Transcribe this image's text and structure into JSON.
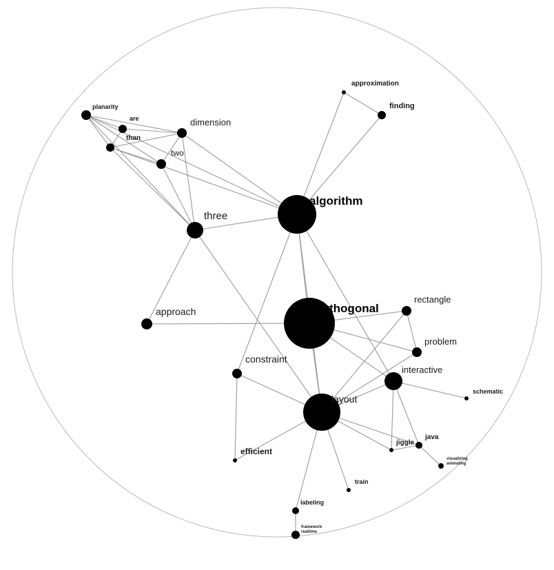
{
  "diagram": {
    "type": "network-graph",
    "nodes": [
      {
        "id": "planarity",
        "label": "planarity"
      },
      {
        "id": "are",
        "label": "are"
      },
      {
        "id": "than",
        "label": "than"
      },
      {
        "id": "dimension",
        "label": "dimension"
      },
      {
        "id": "two",
        "label": "two"
      },
      {
        "id": "approximation",
        "label": "approximation"
      },
      {
        "id": "finding",
        "label": "finding"
      },
      {
        "id": "algorithm",
        "label": "algorithm"
      },
      {
        "id": "three",
        "label": "three"
      },
      {
        "id": "approach",
        "label": "approach"
      },
      {
        "id": "orthogonal",
        "label": "orthogonal"
      },
      {
        "id": "rectangle",
        "label": "rectangle"
      },
      {
        "id": "problem",
        "label": "problem"
      },
      {
        "id": "constraint",
        "label": "constraint"
      },
      {
        "id": "interactive",
        "label": "interactive"
      },
      {
        "id": "schematic",
        "label": "schematic"
      },
      {
        "id": "layout",
        "label": "layout"
      },
      {
        "id": "java",
        "label": "java"
      },
      {
        "id": "jiggle",
        "label": "jiggle"
      },
      {
        "id": "efficient",
        "label": "efficient"
      },
      {
        "id": "visualizing",
        "label": "visualizing animating"
      },
      {
        "id": "train",
        "label": "train"
      },
      {
        "id": "labeling",
        "label": "labeling"
      },
      {
        "id": "framework",
        "label": "framework realtime"
      }
    ],
    "edges": [
      [
        "planarity",
        "are"
      ],
      [
        "planarity",
        "than"
      ],
      [
        "planarity",
        "dimension"
      ],
      [
        "planarity",
        "two"
      ],
      [
        "planarity",
        "three"
      ],
      [
        "planarity",
        "algorithm"
      ],
      [
        "are",
        "than"
      ],
      [
        "are",
        "dimension"
      ],
      [
        "than",
        "dimension"
      ],
      [
        "than",
        "two"
      ],
      [
        "than",
        "three"
      ],
      [
        "than",
        "algorithm"
      ],
      [
        "dimension",
        "two"
      ],
      [
        "dimension",
        "three"
      ],
      [
        "dimension",
        "algorithm"
      ],
      [
        "two",
        "three"
      ],
      [
        "approximation",
        "finding"
      ],
      [
        "approximation",
        "algorithm"
      ],
      [
        "finding",
        "algorithm"
      ],
      [
        "three",
        "algorithm"
      ],
      [
        "three",
        "approach"
      ],
      [
        "three",
        "layout"
      ],
      [
        "approach",
        "orthogonal"
      ],
      [
        "algorithm",
        "orthogonal"
      ],
      [
        "algorithm",
        "constraint"
      ],
      [
        "algorithm",
        "layout"
      ],
      [
        "algorithm",
        "interactive"
      ],
      [
        "orthogonal",
        "rectangle"
      ],
      [
        "orthogonal",
        "problem"
      ],
      [
        "orthogonal",
        "layout"
      ],
      [
        "orthogonal",
        "interactive"
      ],
      [
        "rectangle",
        "problem"
      ],
      [
        "rectangle",
        "layout"
      ],
      [
        "problem",
        "layout"
      ],
      [
        "constraint",
        "layout"
      ],
      [
        "constraint",
        "efficient"
      ],
      [
        "interactive",
        "layout"
      ],
      [
        "interactive",
        "schematic"
      ],
      [
        "interactive",
        "java"
      ],
      [
        "interactive",
        "jiggle"
      ],
      [
        "layout",
        "java"
      ],
      [
        "layout",
        "jiggle"
      ],
      [
        "layout",
        "efficient"
      ],
      [
        "layout",
        "train"
      ],
      [
        "layout",
        "labeling"
      ],
      [
        "java",
        "visualizing"
      ],
      [
        "jiggle",
        "java"
      ],
      [
        "labeling",
        "framework"
      ]
    ]
  }
}
